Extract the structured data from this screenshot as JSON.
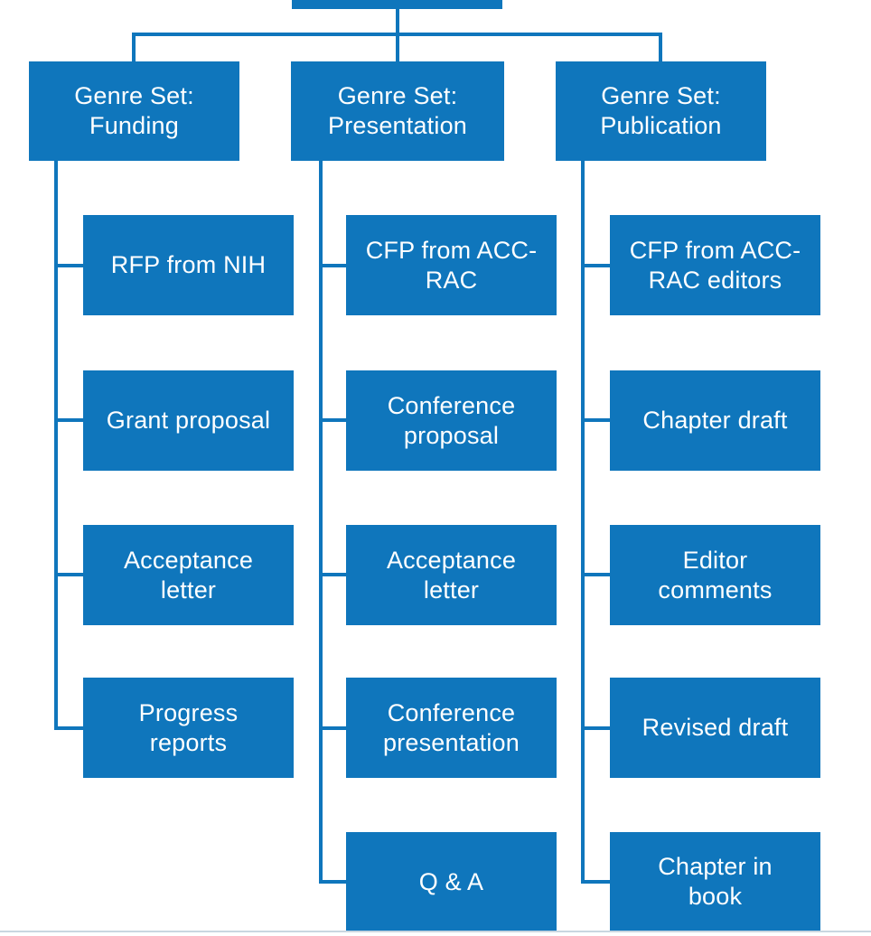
{
  "diagram": {
    "title_hint": "Genre sets tree diagram",
    "root": {
      "label": ""
    },
    "columns": [
      {
        "header": "Genre Set:\nFunding",
        "children": [
          "RFP from NIH",
          "Grant proposal",
          "Acceptance\nletter",
          "Progress\nreports"
        ]
      },
      {
        "header": "Genre Set:\nPresentation",
        "children": [
          "CFP from ACC-\nRAC",
          "Conference\nproposal",
          "Acceptance\nletter",
          "Conference\npresentation",
          "Q & A"
        ]
      },
      {
        "header": "Genre Set:\nPublication",
        "children": [
          "CFP from ACC-\nRAC editors",
          "Chapter draft",
          "Editor\ncomments",
          "Revised draft",
          "Chapter in\nbook"
        ]
      }
    ]
  },
  "colors": {
    "box_blue": "#0f76bc",
    "line_blue": "#0f76bc",
    "text_white": "#ffffff",
    "page_edge": "#c9d6e0"
  }
}
